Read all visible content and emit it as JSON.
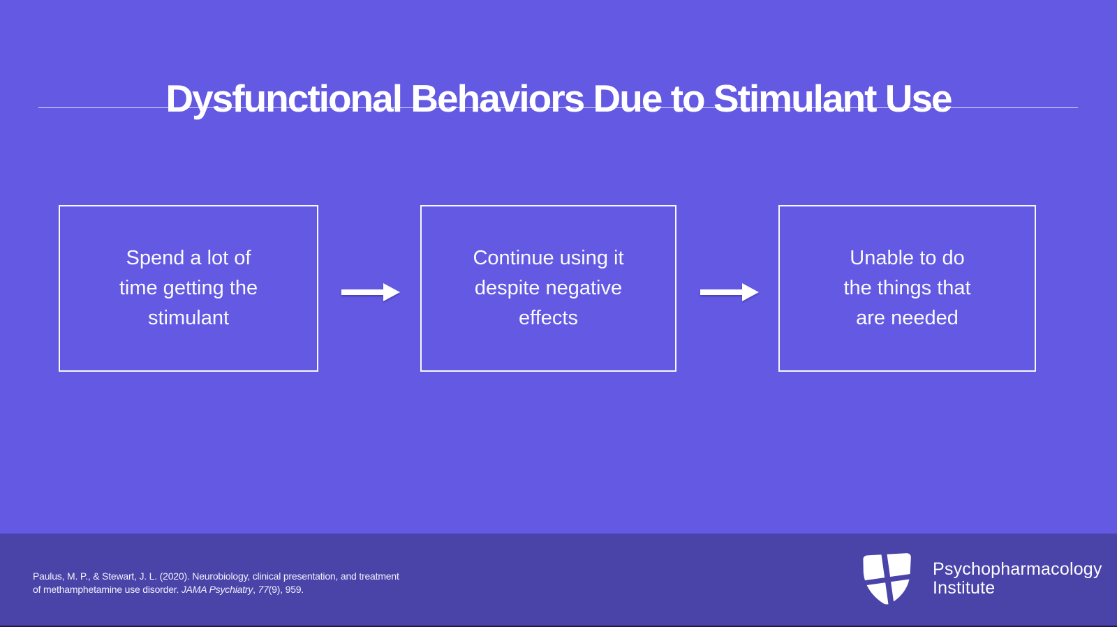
{
  "slide": {
    "title": "Dysfunctional Behaviors Due to Stimulant Use",
    "colors": {
      "background": "#6359E3",
      "footer_background": "#4A44A9",
      "bottom_strip": "#201C45",
      "box_border": "#FFFFFF",
      "text": "#FFFFFF"
    }
  },
  "flow": {
    "boxes": [
      {
        "lines": [
          "Spend a lot of",
          "time getting the",
          "stimulant"
        ]
      },
      {
        "lines": [
          "Continue using it",
          "despite negative",
          "effects"
        ]
      },
      {
        "lines": [
          "Unable to do",
          "the things that",
          "are needed"
        ]
      }
    ],
    "arrow_icon": "right-arrow"
  },
  "footer": {
    "citation": {
      "line1": "Paulus, M. P., & Stewart, J. L. (2020). Neurobiology, clinical presentation, and treatment",
      "line2_prefix": "of methamphetamine use disorder. ",
      "line2_journal": "JAMA Psychiatry",
      "line2_sep": ", ",
      "line2_volume": "77",
      "line2_suffix": "(9), 959."
    },
    "logo": {
      "icon": "shield-cross-icon",
      "name_line1": "Psychopharmacology",
      "name_line2": "Institute"
    }
  }
}
